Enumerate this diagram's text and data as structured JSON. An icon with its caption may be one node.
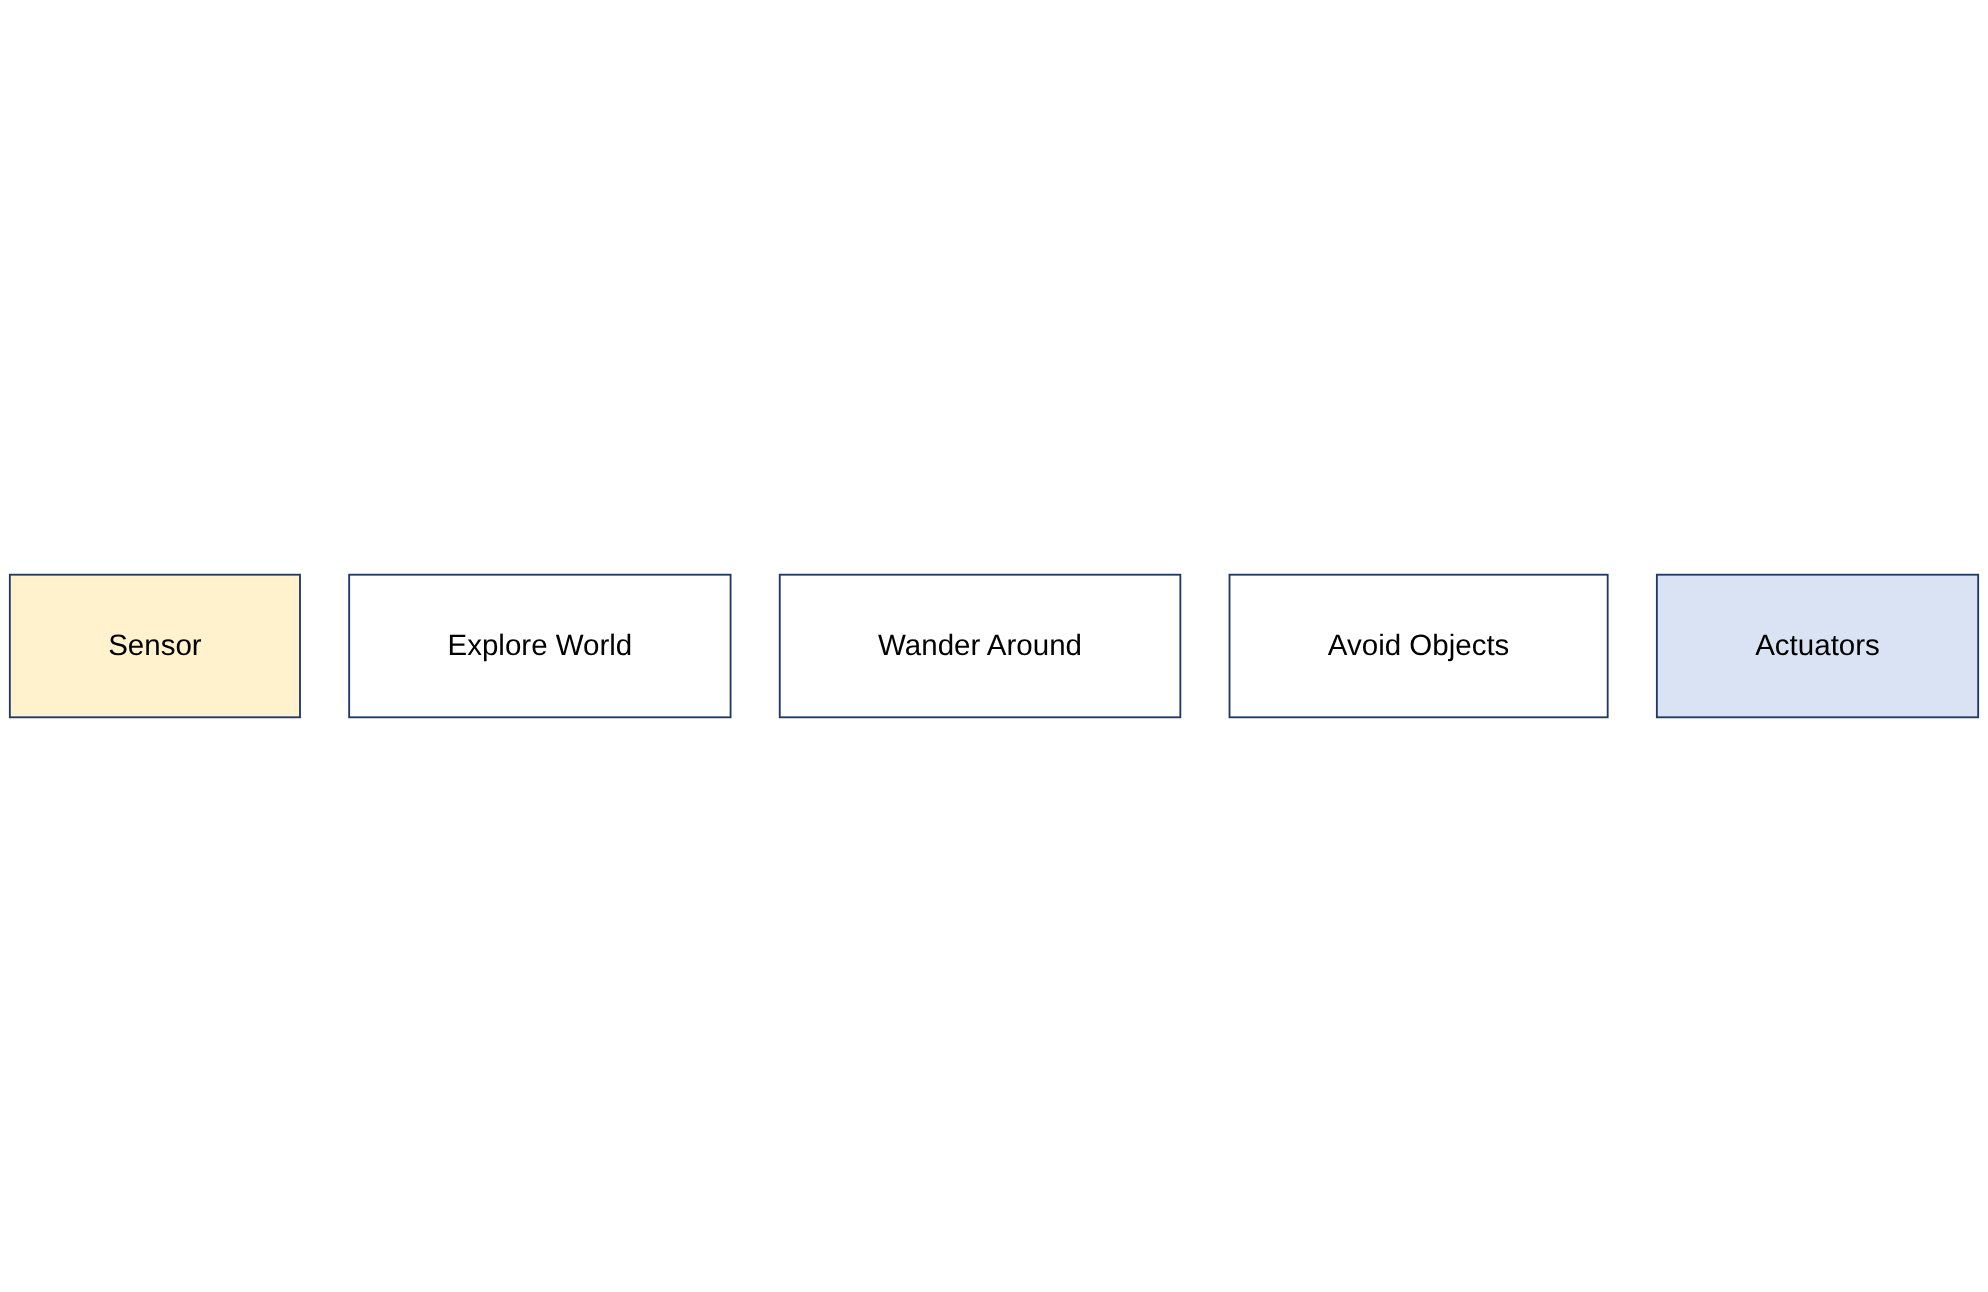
{
  "diagram": {
    "nodes": [
      {
        "text": [
          "Sensor"
        ]
      },
      {
        "text": [
          "Explore World"
        ]
      },
      {
        "text": [
          "Wander Around"
        ]
      },
      {
        "text": [
          "Avoid Objects"
        ]
      },
      {
        "text": [
          "Actuators"
        ]
      }
    ]
  }
}
